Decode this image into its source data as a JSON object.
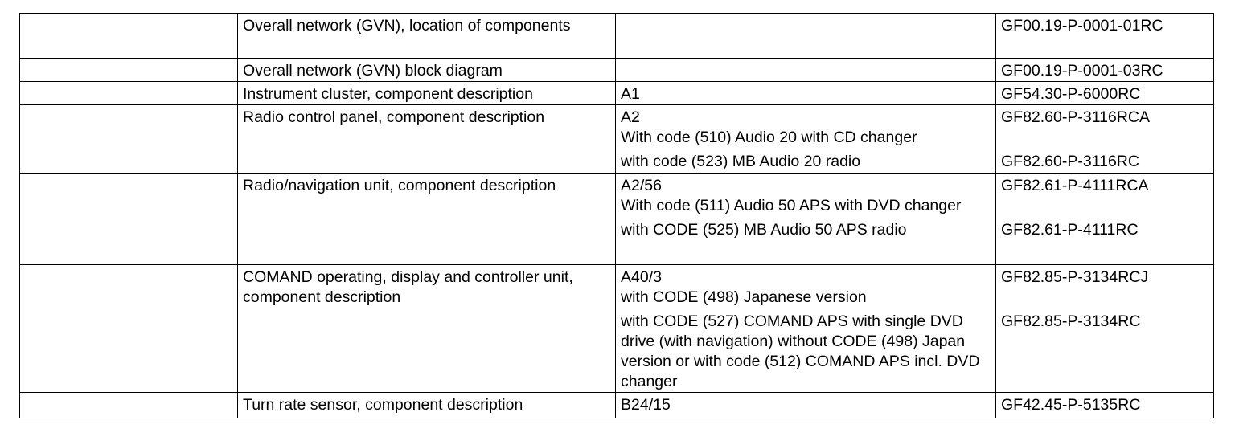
{
  "rows": [
    {
      "title": "Overall network (GVN), location of components",
      "segments": [
        {
          "lines": [
            ""
          ],
          "ref": "GF00.19-P-0001-01RC"
        }
      ]
    },
    {
      "title": "Overall network (GVN) block diagram",
      "segments": [
        {
          "lines": [
            ""
          ],
          "ref": "GF00.19-P-0001-03RC"
        }
      ]
    },
    {
      "title": "Instrument cluster, component description",
      "segments": [
        {
          "lines": [
            "A1"
          ],
          "ref": "GF54.30-P-6000RC"
        }
      ]
    },
    {
      "title": "Radio control panel, component description",
      "segments": [
        {
          "lines": [
            "A2",
            "With code (510) Audio 20 with CD changer"
          ],
          "ref": "GF82.60-P-3116RCA"
        },
        {
          "lines": [
            "with code (523) MB Audio 20 radio"
          ],
          "ref": "GF82.60-P-3116RC"
        }
      ]
    },
    {
      "title": "Radio/navigation unit, component description",
      "segments": [
        {
          "lines": [
            "A2/56",
            "With code (511) Audio 50 APS with DVD changer"
          ],
          "ref": "GF82.61-P-4111RCA"
        },
        {
          "lines": [
            "with CODE (525) MB Audio 50 APS radio"
          ],
          "ref": "GF82.61-P-4111RC"
        }
      ]
    },
    {
      "title": "COMAND operating, display and controller unit, component description",
      "segments": [
        {
          "lines": [
            "A40/3",
            "with CODE (498) Japanese version"
          ],
          "ref": "GF82.85-P-3134RCJ"
        },
        {
          "lines": [
            "with CODE (527) COMAND APS with single DVD drive (with navigation) without CODE (498) Japan version or with code (512) COMAND APS incl. DVD changer"
          ],
          "ref": "GF82.85-P-3134RC"
        }
      ]
    },
    {
      "title": "Turn rate sensor, component description",
      "segments": [
        {
          "lines": [
            "B24/15"
          ],
          "ref": "GF42.45-P-5135RC"
        }
      ]
    }
  ]
}
